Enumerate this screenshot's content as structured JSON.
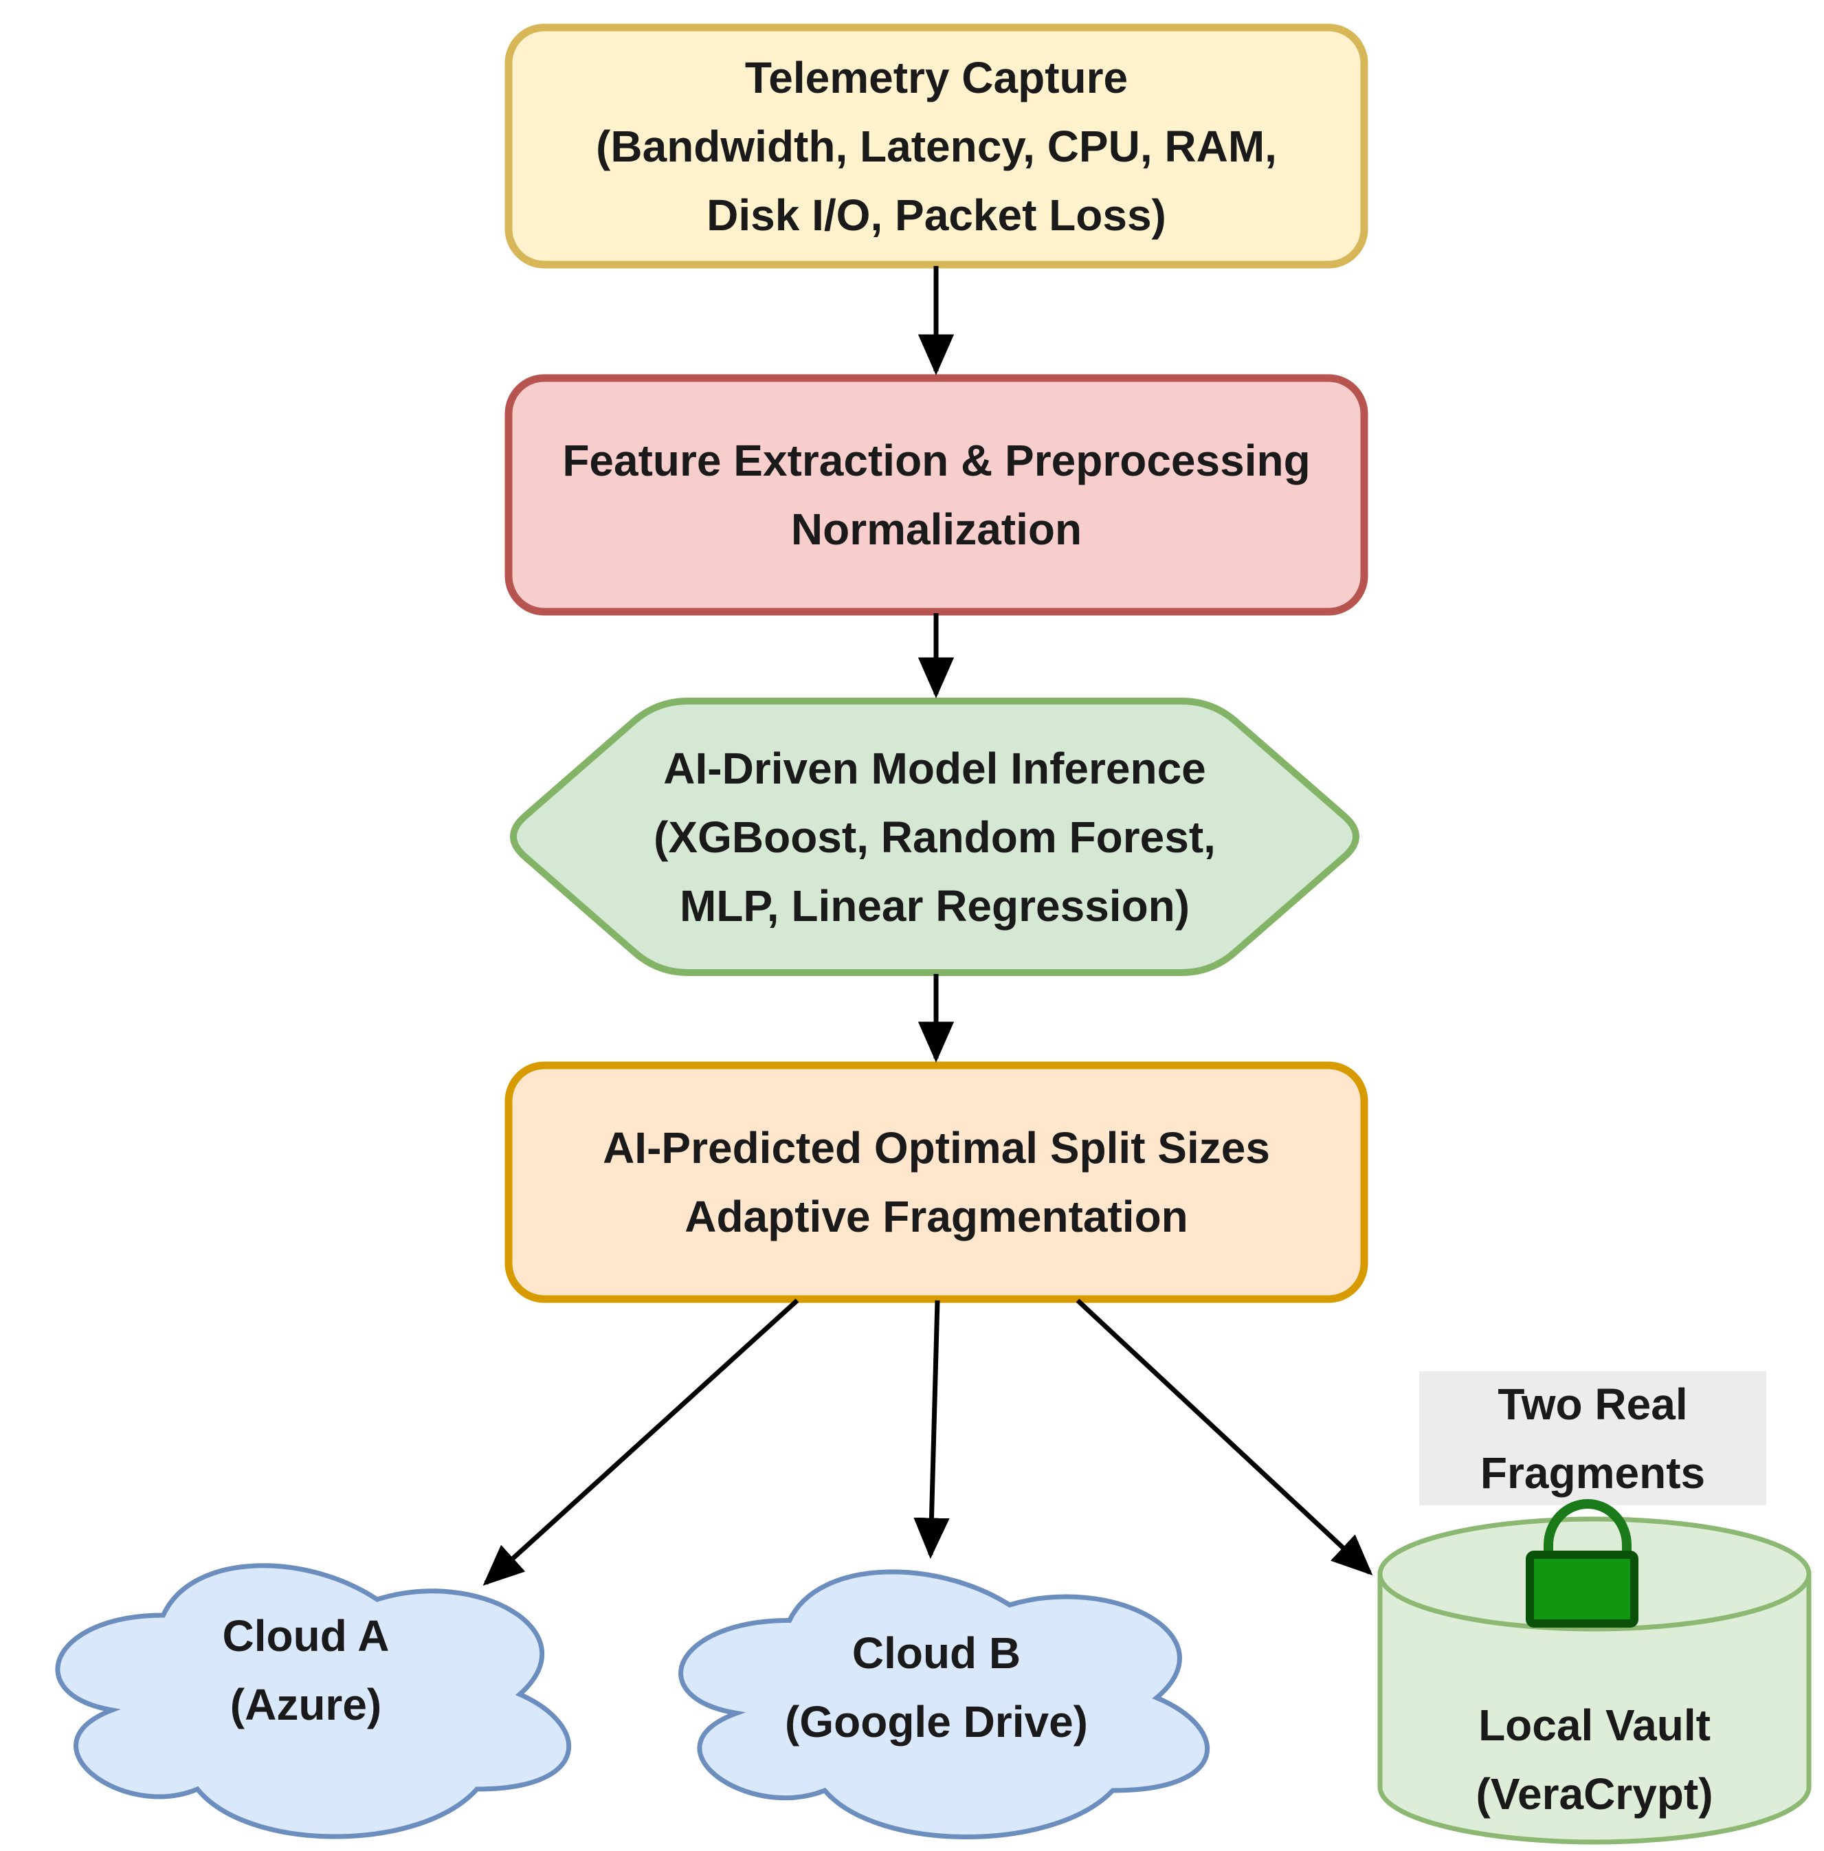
{
  "diagram": {
    "background": "#FFFFFF",
    "arrow_color": "#000000",
    "text_color": "#1A1A1A",
    "nodes": {
      "telemetry": {
        "shape": "rounded-rectangle",
        "label": "Telemetry Capture\n(Bandwidth, Latency, CPU, RAM,\nDisk I/O, Packet Loss)",
        "fill": "#FFF2CC",
        "stroke": "#D6B656"
      },
      "feature_extraction": {
        "shape": "rounded-rectangle",
        "label": "Feature Extraction & Preprocessing\nNormalization",
        "fill": "#F8CECC",
        "stroke": "#B85450"
      },
      "model_inference": {
        "shape": "hexagon",
        "label": "AI-Driven Model Inference\n(XGBoost, Random Forest,\nMLP, Linear Regression)",
        "fill": "#D5E8D4",
        "stroke": "#82B366"
      },
      "split_sizes": {
        "shape": "rounded-rectangle",
        "label": "AI-Predicted Optimal Split Sizes\nAdaptive Fragmentation",
        "fill": "#FFE6CC",
        "stroke": "#D79B00"
      },
      "cloud_a": {
        "shape": "cloud",
        "label": "Cloud A\n(Azure)",
        "fill": "#DAE8FC",
        "stroke": "#6C8EBF"
      },
      "cloud_b": {
        "shape": "cloud",
        "label": "Cloud B\n(Google Drive)",
        "fill": "#DAE8FC",
        "stroke": "#6C8EBF"
      },
      "local_vault": {
        "shape": "cylinder",
        "label": "Local Vault\n(VeraCrypt)",
        "fill": "#DEEDD7",
        "stroke": "#8CB873"
      },
      "fragments_note": {
        "shape": "label",
        "label": "Two Real\nFragments",
        "fill": "#ECECEC"
      }
    },
    "lock_icon": {
      "name": "lock-icon",
      "shackle_stroke": "#1A7A1A",
      "body_fill": "#129612",
      "body_stroke": "#0A520A"
    },
    "edges": [
      {
        "from": "telemetry",
        "to": "feature_extraction"
      },
      {
        "from": "feature_extraction",
        "to": "model_inference"
      },
      {
        "from": "model_inference",
        "to": "split_sizes"
      },
      {
        "from": "split_sizes",
        "to": "cloud_a"
      },
      {
        "from": "split_sizes",
        "to": "cloud_b"
      },
      {
        "from": "split_sizes",
        "to": "local_vault"
      }
    ]
  }
}
